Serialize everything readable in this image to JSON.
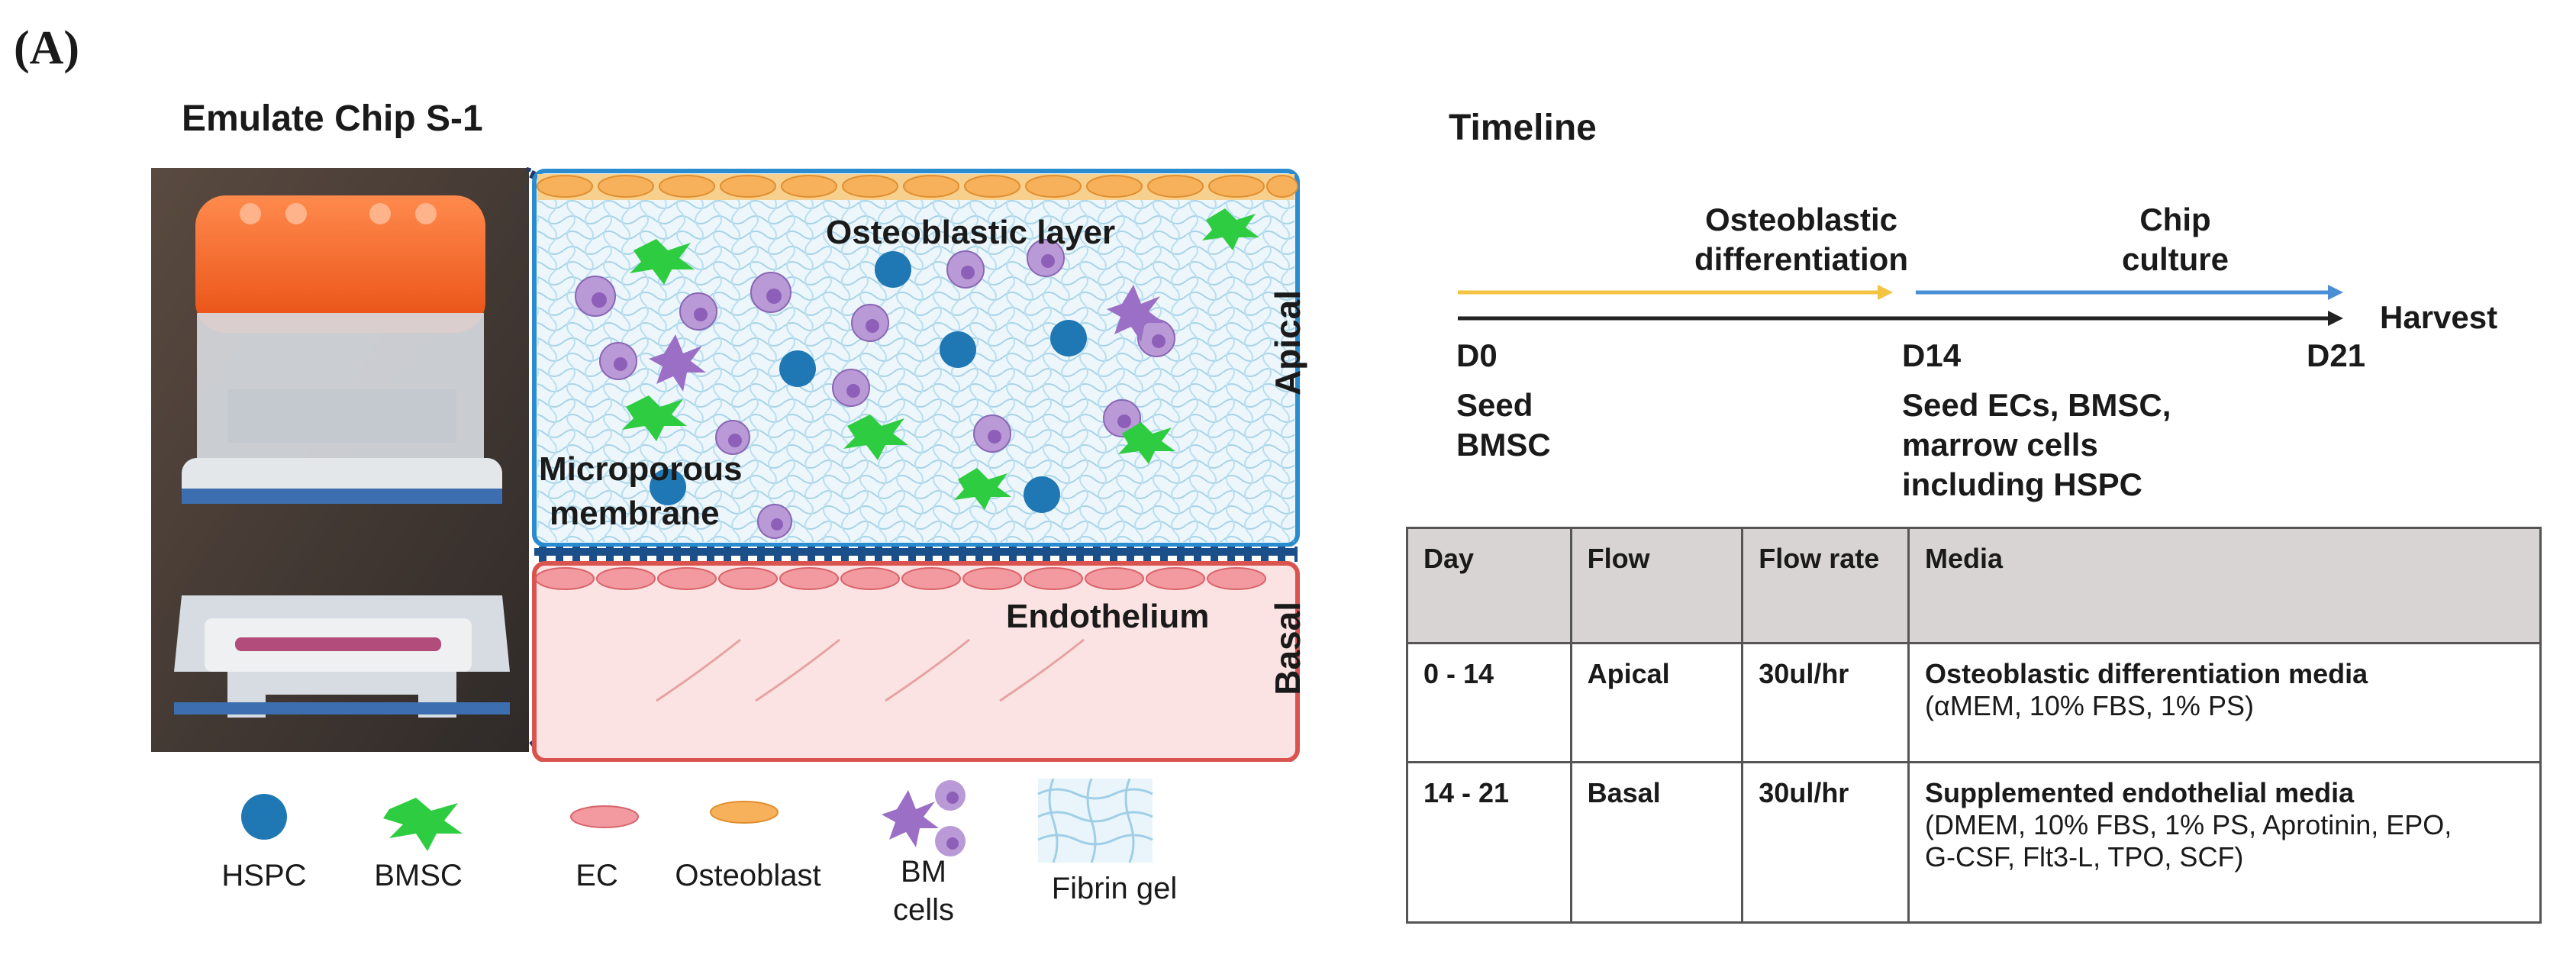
{
  "panel_label": "(A)",
  "left": {
    "title": "Emulate Chip S-1",
    "apical_label": "Apical",
    "basal_label": "Basal",
    "osteoblastic_layer": "Osteoblastic layer",
    "microporous": "Microporous",
    "membrane": "membrane",
    "endothelium": "Endothelium"
  },
  "legend": {
    "hspc": "HSPC",
    "bmsc": "BMSC",
    "ec": "EC",
    "osteoblast": "Osteoblast",
    "bm_line1": "BM",
    "bm_line2": "cells",
    "fibrin": "Fibrin gel"
  },
  "timeline": {
    "title": "Timeline",
    "phase1_line1": "Osteoblastic",
    "phase1_line2": "differentiation",
    "phase2_line1": "Chip",
    "phase2_line2": "culture",
    "harvest": "Harvest",
    "d0": "D0",
    "d14": "D14",
    "d21": "D21",
    "d0_note_line1": "Seed",
    "d0_note_line2": "BMSC",
    "d14_note_line1": "Seed ECs, BMSC,",
    "d14_note_line2": "marrow cells",
    "d14_note_line3": "including HSPC",
    "colors": {
      "phase1": "#f5c342",
      "phase2": "#4a8fd6",
      "axis": "#222222"
    }
  },
  "table": {
    "headers": [
      "Day",
      "Flow",
      "Flow rate",
      "Media"
    ],
    "rows": [
      {
        "day": "0 - 14",
        "flow": "Apical",
        "rate": "30ul/hr",
        "media_title": "Osteoblastic differentiation media",
        "media_line1": "(αMEM, 10% FBS, 1% PS)",
        "media_line2": ""
      },
      {
        "day": "14 - 21",
        "flow": "Basal",
        "rate": "30ul/hr",
        "media_title": "Supplemented endothelial media",
        "media_line1": "(DMEM, 10% FBS, 1% PS, Aprotinin, EPO,",
        "media_line2": "G-CSF, Flt3-L, TPO, SCF)"
      }
    ]
  },
  "colors": {
    "hspc": "#1f78b4",
    "bmsc": "#2ecc40",
    "bm_cell": "#a07cc0",
    "ec": "#f29aa0",
    "osteoblast": "#f7b15a",
    "apical_border": "#2a8ccf",
    "basal_border": "#d9534f",
    "chip_orange": "#ff6a2a"
  }
}
